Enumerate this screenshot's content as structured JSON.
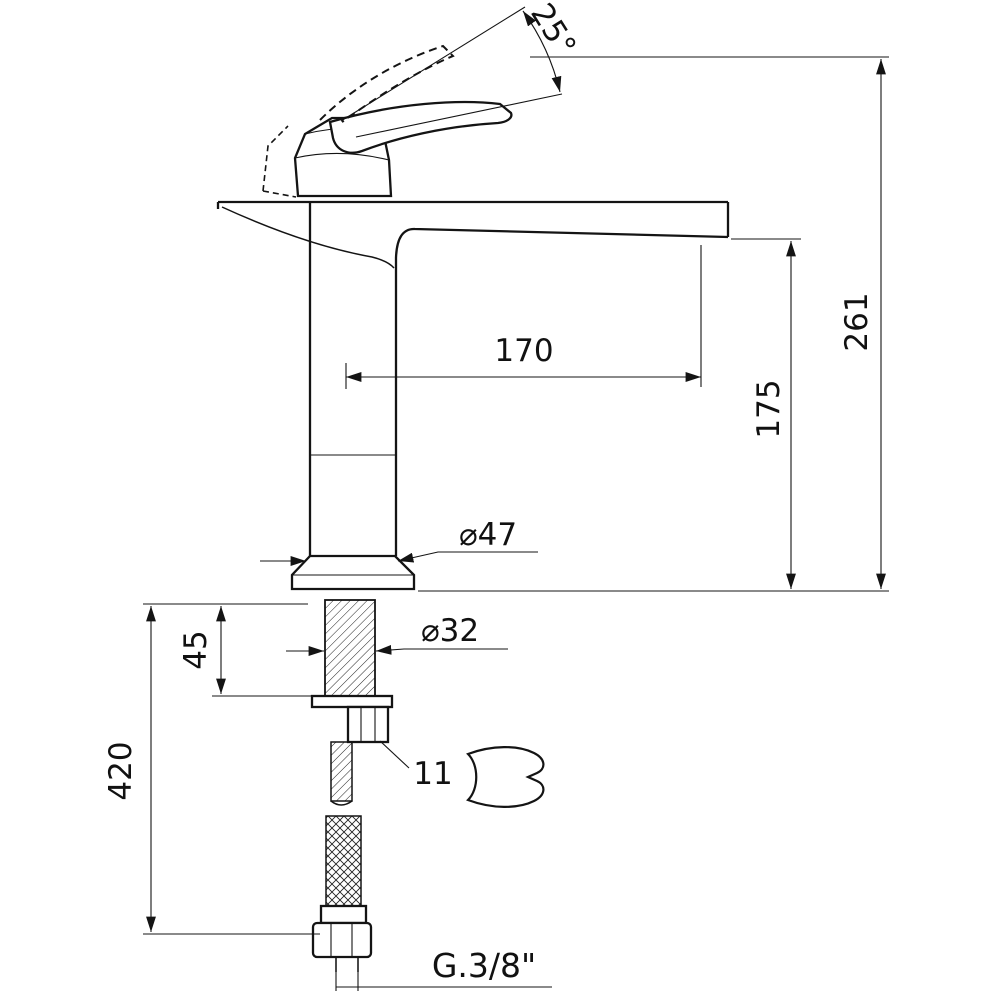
{
  "drawing": {
    "dims": {
      "handle_angle": "25°",
      "total_height": "261",
      "spout_height": "175",
      "spout_reach": "170",
      "body_diameter": "⌀47",
      "mount_hole_diameter": "⌀32",
      "max_deck_thickness": "45",
      "hose_length": "420",
      "nut_wrench_size": "11",
      "connection_thread": "G.3/8\""
    }
  }
}
